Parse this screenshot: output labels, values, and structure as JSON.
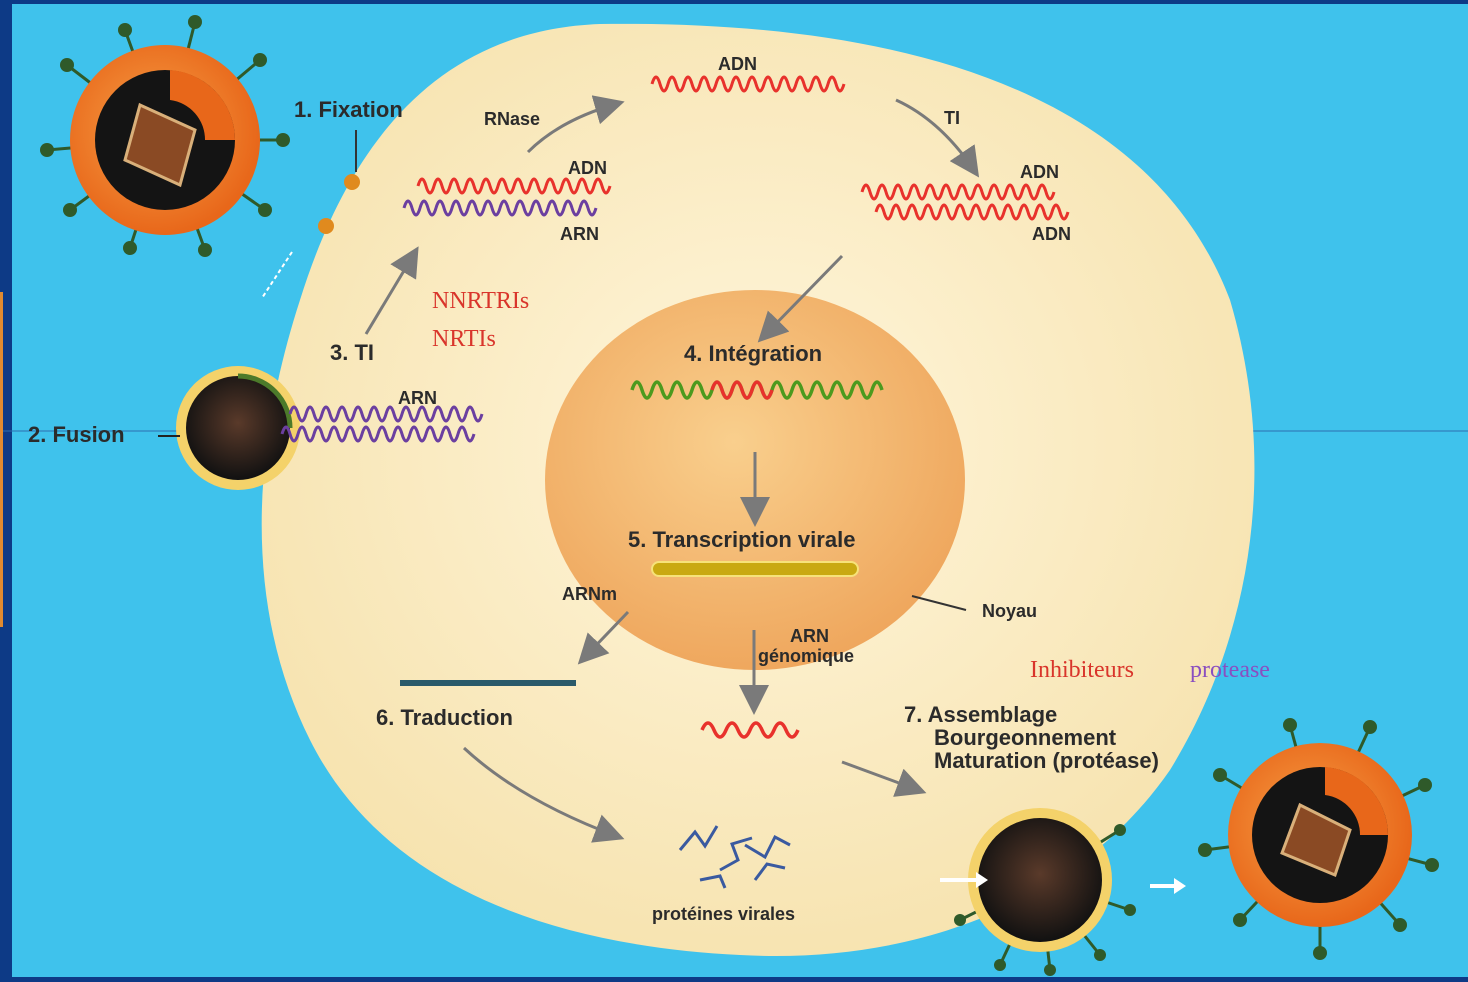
{
  "colors": {
    "background_frame": "#0d3a86",
    "diagram_background": "#3fc2ec",
    "cell": "#fbefc9",
    "nucleus": "#f4b870",
    "dna_red": "#e8322c",
    "rna_purple": "#6b3fa0",
    "dna_green": "#4c9a1e",
    "drug_text_red": "#d9352b",
    "drug_text_purple": "#8a4fc0",
    "virus_orange": "#ef7a1e",
    "arrow": "#7a7a7a"
  },
  "labels": {
    "step1": "1. Fixation",
    "step2": "2. Fusion",
    "step3": "3. TI",
    "step4": "4. Intégration",
    "step5": "5. Transcription virale",
    "step6": "6. Traduction",
    "step7_line1": "7. Assemblage",
    "step7_line2": "Bourgeonnement",
    "step7_line3": "Maturation (protéase)",
    "rnase": "RNase",
    "ti_top": "TI",
    "adn_top": "ADN",
    "adn_left": "ADN",
    "arn_left": "ARN",
    "adn_right_top": "ADN",
    "adn_right_bottom": "ADN",
    "arn_fusion": "ARN",
    "arnm": "ARNm",
    "noyau": "Noyau",
    "arn_genomique_1": "ARN",
    "arn_genomique_2": "génomique",
    "proteines": "protéines virales"
  },
  "drugs": {
    "nnrtis": "NNRTRIs",
    "nrtis": "NRTIs",
    "inhibiteurs_word1": "Inhibiteurs",
    "inhibiteurs_word2": "protease"
  },
  "icons": [
    "hiv-virion-icon",
    "dna-strand-icon",
    "rna-strand-icon",
    "arrow-icon",
    "protein-fragments-icon"
  ]
}
